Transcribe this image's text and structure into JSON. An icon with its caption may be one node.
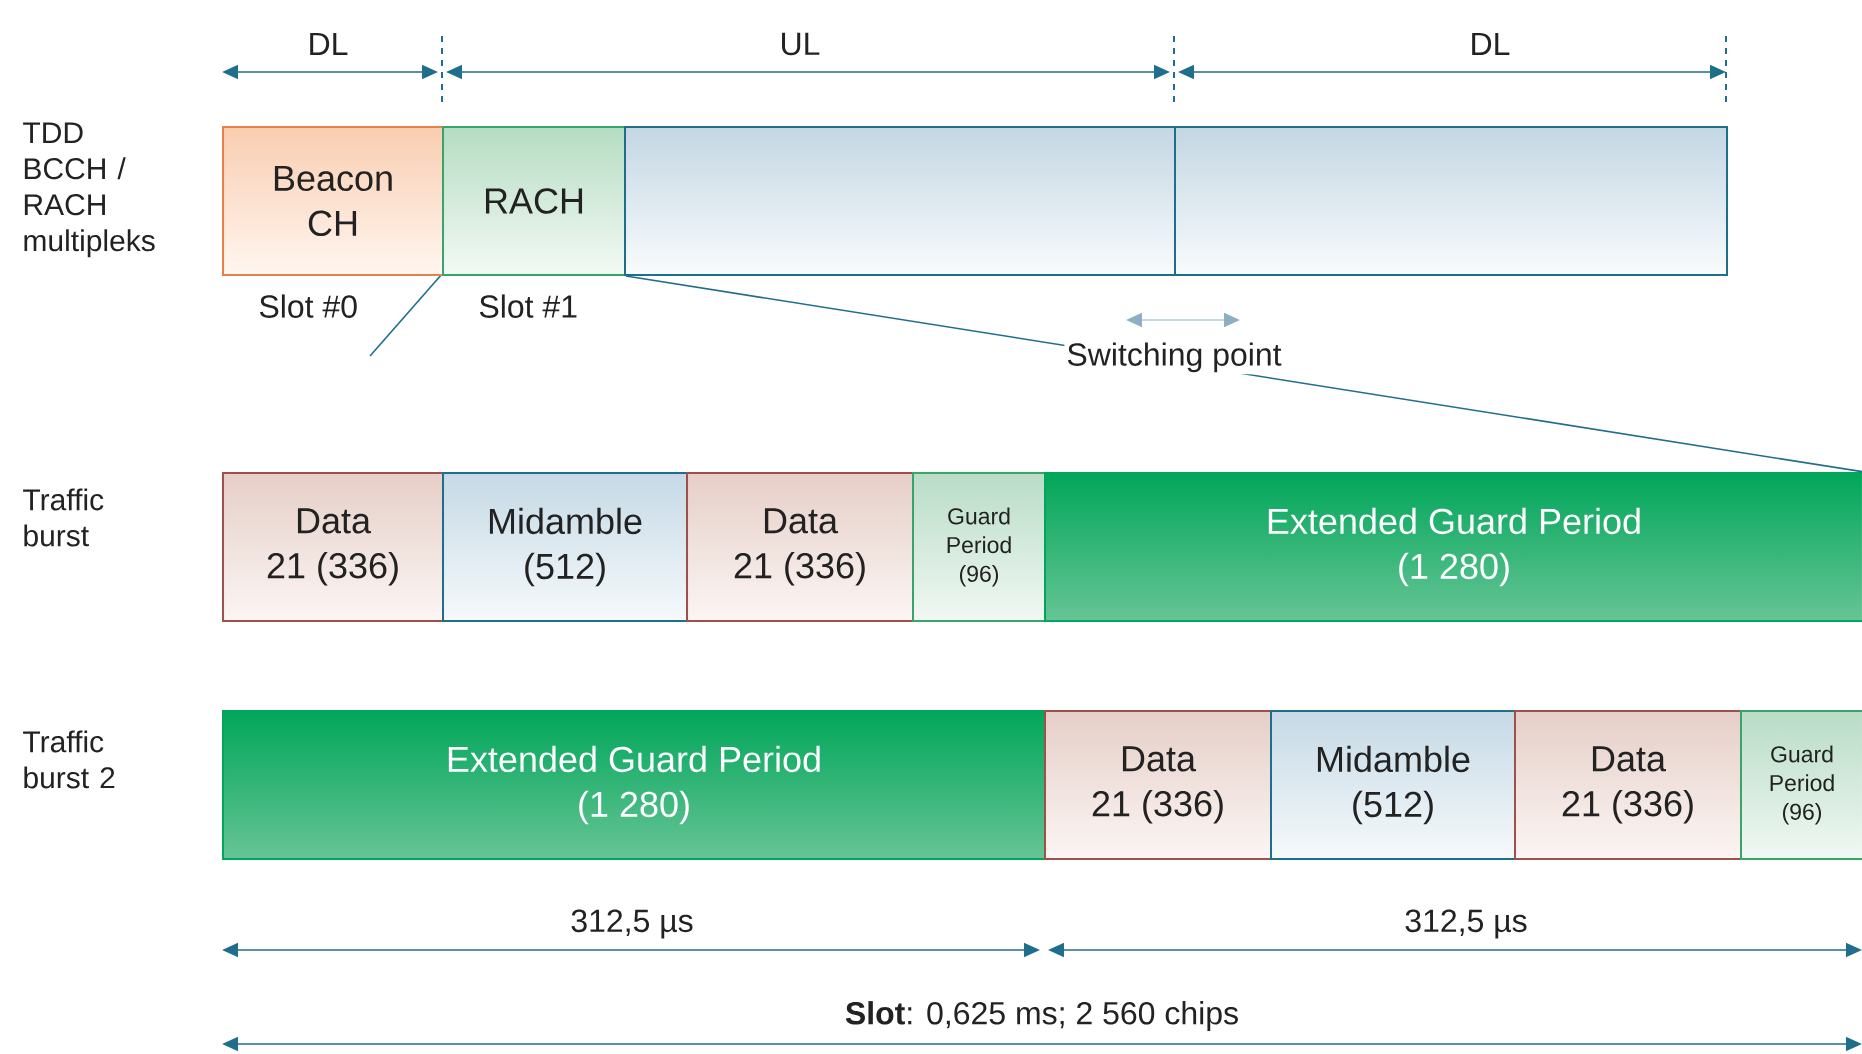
{
  "diagram": {
    "nodes": [
      {
        "text": [
          "Beacon CH"
        ],
        "beside": [
          "Slot #0"
        ]
      },
      {
        "text": [
          "RACH"
        ],
        "beside": [
          "Slot #1"
        ]
      },
      {
        "text": [],
        "shape": "box"
      },
      {
        "text": [],
        "shape": "box"
      },
      {
        "text": [
          "Data",
          "21 (336)"
        ]
      },
      {
        "text": [
          "Midamble",
          "(512)"
        ]
      },
      {
        "text": [
          "Data",
          "21 (336)"
        ]
      },
      {
        "text": [
          "Guard Period",
          "(96)"
        ]
      },
      {
        "text": [
          "Extended Guard Period",
          "(1 280)"
        ]
      },
      {
        "text": [
          "Extended Guard Period",
          "(1 280)"
        ]
      },
      {
        "text": [
          "Data",
          "21 (336)"
        ]
      },
      {
        "text": [
          "Midamble",
          "(512)"
        ]
      },
      {
        "text": [
          "Data",
          "21 (336)"
        ]
      },
      {
        "text": [
          "Guard Period",
          "(96)"
        ]
      }
    ],
    "edges": [
      {
        "from": 1,
        "to": 8,
        "arrow": "none"
      }
    ],
    "labels": [
      "DL",
      "UL",
      "DL",
      "TDD BCCH / RACH multipleks",
      "Switching point",
      "Traffic burst",
      "Traffic burst 2",
      "312,5 µs",
      "312,5 µs",
      "**Slot**: 0,625 ms; 2 560 chips"
    ]
  }
}
